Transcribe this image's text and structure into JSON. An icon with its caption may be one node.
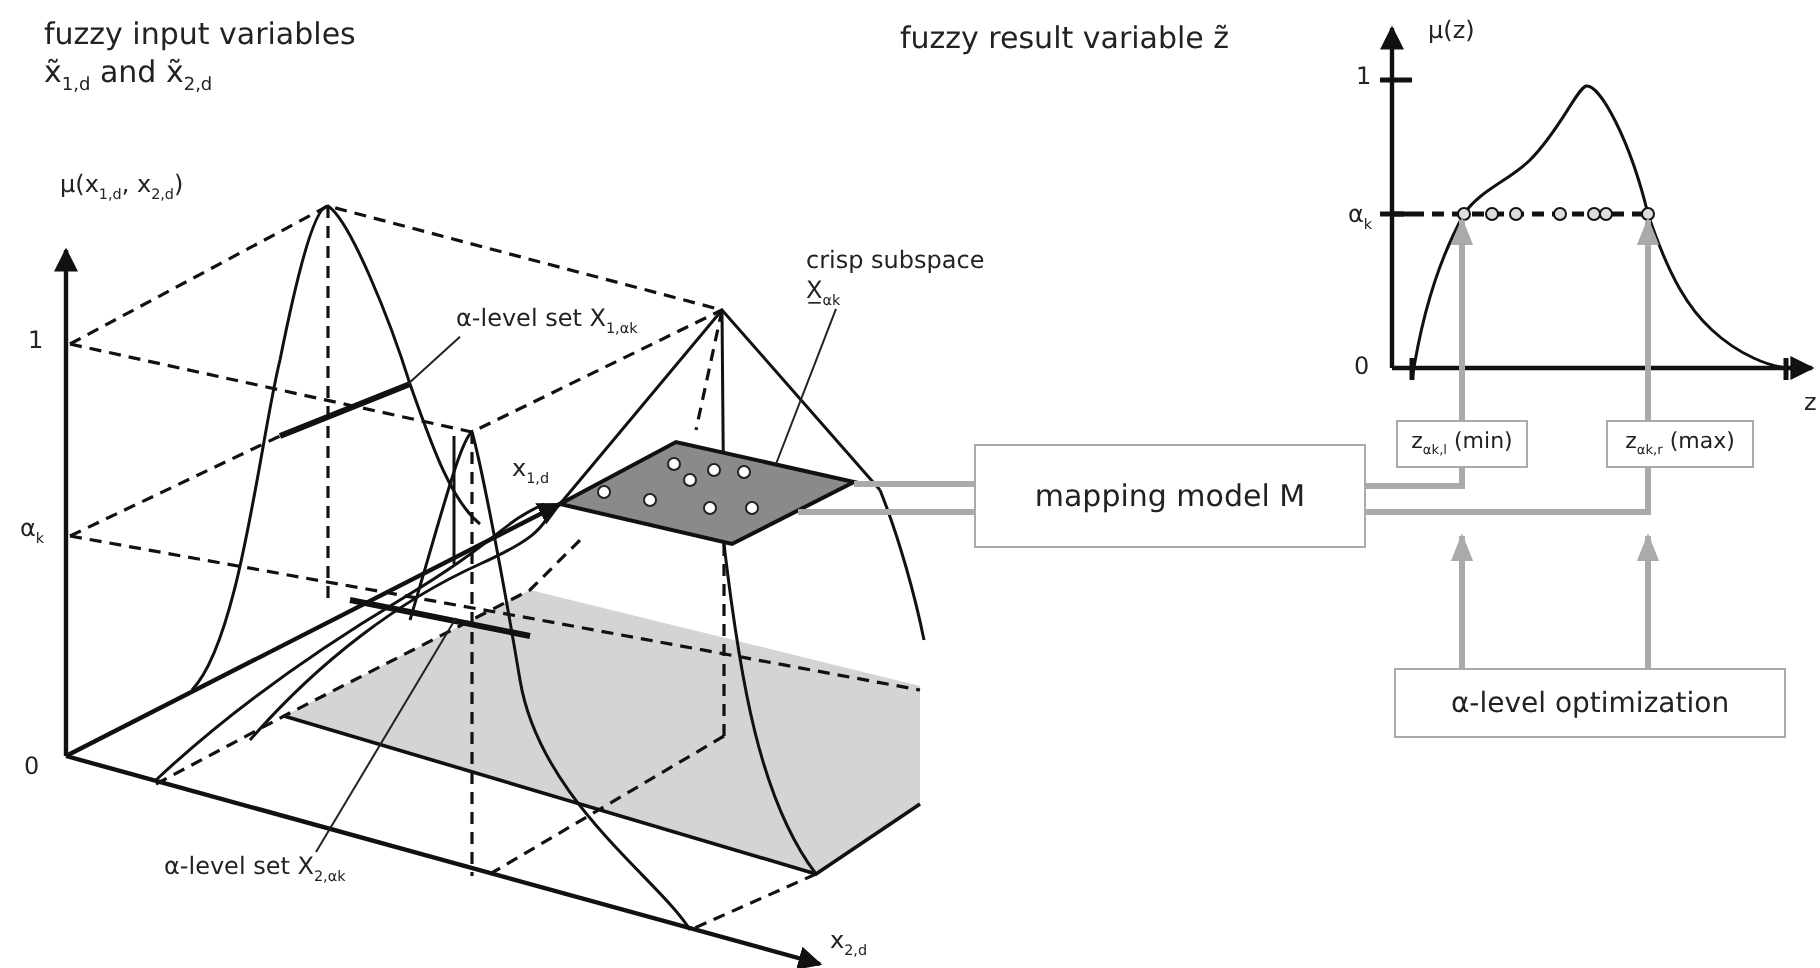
{
  "diagram": {
    "nodes": [
      {
        "text": [
          "crisp subspace X̲$_{αk}$"
        ]
      },
      {
        "text": [],
        "shape": "box"
      },
      {
        "text": [
          "α-level set X$_{1,αk}$"
        ]
      },
      {
        "text": [
          "α-level set X$_{2,αk}$"
        ]
      },
      {
        "text": [
          "mapping model M"
        ]
      },
      {
        "text": [
          "z$_{αk,l}$ (min)"
        ]
      },
      {
        "text": [
          "z$_{αk,r}$ (max)"
        ]
      },
      {
        "text": [
          "α-level optimization"
        ]
      }
    ],
    "edges": [
      {
        "from": 1,
        "to": 4,
        "arrow": "none"
      },
      {
        "from": 1,
        "to": 4,
        "arrow": "none"
      },
      {
        "from": 0,
        "to": 1,
        "arrow": "none",
        "color": "#222222"
      },
      {
        "from": 2,
        "to": null,
        "arrow": "none",
        "color": "#222222"
      },
      {
        "from": 3,
        "to": null,
        "arrow": "none",
        "color": "#222222"
      },
      {
        "from": 4,
        "to": 5,
        "arrow": "none"
      },
      {
        "from": 4,
        "to": 6,
        "arrow": "none"
      },
      {
        "from": 5,
        "to": null,
        "arrow": "to"
      },
      {
        "from": 6,
        "to": null,
        "arrow": "to"
      },
      {
        "from": 7,
        "to": null,
        "arrow": "to"
      },
      {
        "from": 7,
        "to": null,
        "arrow": "to"
      }
    ],
    "labels": [
      "fuzzy input variables x̃$_{1,d}$ and x̃$_{2,d}$",
      "fuzzy result variable z̃",
      "μ(x$_{1,d}$, x$_{2,d}$)",
      "1",
      "α$_{k}$",
      "0",
      "x$_{1,d}$",
      "x$_{2,d}$",
      "μ(z)",
      "1",
      "α$_{k}$",
      "0",
      "z"
    ]
  }
}
